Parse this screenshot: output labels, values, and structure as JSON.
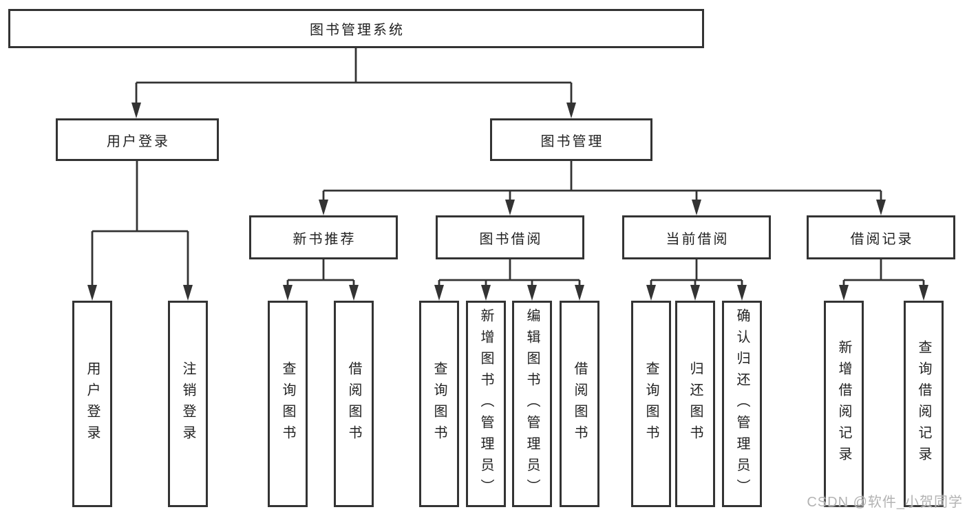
{
  "diagram": {
    "root": {
      "label": "图书管理系统"
    },
    "user": {
      "label": "用户登录",
      "children": [
        "用户登录",
        "注销登录"
      ]
    },
    "mgmt": {
      "label": "图书管理"
    },
    "recommend": {
      "label": "新书推荐",
      "children": [
        "查询图书",
        "借阅图书"
      ]
    },
    "borrow": {
      "label": "图书借阅",
      "children": [
        "查询图书",
        "新增图书（管理员）",
        "编辑图书（管理员）",
        "借阅图书"
      ]
    },
    "current": {
      "label": "当前借阅",
      "children": [
        "查询图书",
        "归还图书",
        "确认归还（管理员）"
      ]
    },
    "records": {
      "label": "借阅记录",
      "children": [
        "新增借阅记录",
        "查询借阅记录"
      ]
    }
  },
  "watermark": {
    "text": "CSDN @软件_小贺同学"
  },
  "colors": {
    "line": "#333333",
    "border": "#333333",
    "text": "#222222",
    "background": "#ffffff",
    "watermark": "#b3b3b3"
  }
}
